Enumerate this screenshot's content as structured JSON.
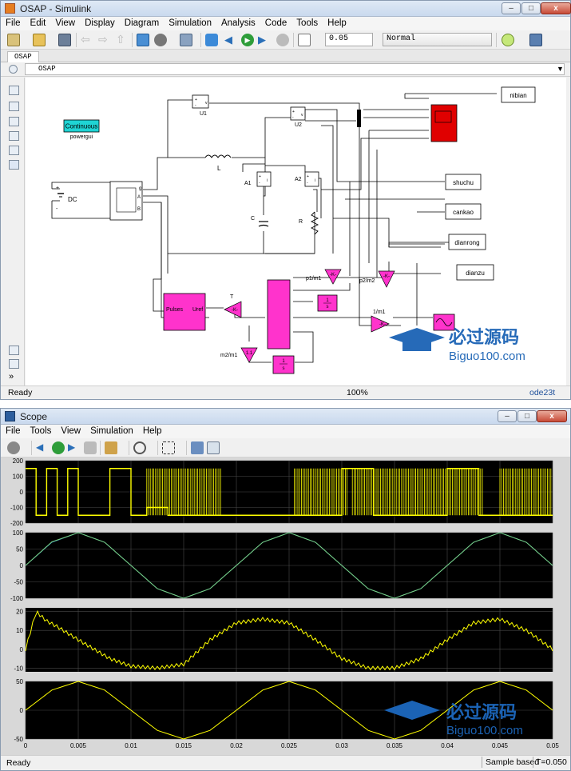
{
  "simulink": {
    "title": "OSAP - Simulink",
    "menu": [
      "File",
      "Edit",
      "View",
      "Display",
      "Diagram",
      "Simulation",
      "Analysis",
      "Code",
      "Tools",
      "Help"
    ],
    "stop_time": "0.05",
    "sim_mode": "Normal",
    "tab": "OSAP",
    "breadcrumb": "OSAP",
    "status_left": "Ready",
    "status_center": "100%",
    "status_right": "ode23t",
    "blocks": {
      "powergui_top": "Continuous",
      "powergui_bottom": "powergui",
      "dc": "DC",
      "u1": "U1",
      "u2": "U2",
      "l": "L",
      "a1": "A1",
      "a2": "A2",
      "c": "C",
      "r": "R",
      "nibian": "nibian",
      "shuchu": "shuchu",
      "cankao": "cankao",
      "dianrong": "dianrong",
      "dianzu": "dianzu",
      "p1m1": "p1/m1",
      "p2m2": "p2/m2",
      "onem1": "1/m1",
      "m2m1": "m2/m1",
      "t": "T",
      "pulses": "Pulses",
      "uref": "Uref",
      "gain_k": "-K-",
      "gain_k2": "-K-",
      "gain_k3": "-K-",
      "gain_k4": "-K-",
      "gain_11": "1.1",
      "int_1": "1",
      "int_s": "s",
      "int2_1": "1",
      "int2_s": "s",
      "u_plus": "+",
      "u_minus": "-",
      "u_v": "v",
      "u2_plus": "+",
      "u2_minus": "-",
      "u2_v": "v",
      "a1_plus": "+",
      "a1_minus": "-",
      "a1_i": "i",
      "a2_plus": "+",
      "a2_minus": "-",
      "a2_i": "i",
      "igbt_g": "g",
      "igbt_a": "A",
      "igbt_b": "B",
      "dc_plus": "+",
      "dc_minus": "-"
    },
    "watermark_cn": "必过源码",
    "watermark_url": "Biguo100.com"
  },
  "scope": {
    "title": "Scope",
    "menu": [
      "File",
      "Tools",
      "View",
      "Simulation",
      "Help"
    ],
    "status_left": "Ready",
    "status_sample": "Sample based",
    "status_time": "T=0.050",
    "watermark_cn": "必过源码",
    "watermark_url": "Biguo100.com",
    "accent_yellow": "#ffff00",
    "accent_blue": "#1f77d0",
    "plot_bg": "#000000"
  },
  "chart_data": [
    {
      "type": "line",
      "x": [
        0,
        0.001,
        0.002,
        0.003,
        0.004,
        0.005,
        0.008,
        0.01,
        0.0115,
        0.0135,
        0.015,
        0.02,
        0.025,
        0.03,
        0.033,
        0.035,
        0.04,
        0.043,
        0.045,
        0.05
      ],
      "series": [
        {
          "values": [
            150,
            -150,
            150,
            -150,
            150,
            -150,
            150,
            -150,
            -100,
            -150,
            -150,
            -150,
            -150,
            150,
            -150,
            -150,
            150,
            -150,
            -150,
            -150
          ]
        }
      ],
      "yticks": [
        200,
        100,
        0,
        -100,
        -200
      ],
      "ylim": [
        -200,
        200
      ],
      "xlim": [
        0,
        0.05
      ],
      "grid": true
    },
    {
      "type": "line",
      "x": [
        0,
        0.0025,
        0.005,
        0.0075,
        0.01,
        0.0125,
        0.015,
        0.0175,
        0.02,
        0.0225,
        0.025,
        0.0275,
        0.03,
        0.0325,
        0.035,
        0.0375,
        0.04,
        0.0425,
        0.045,
        0.0475,
        0.05
      ],
      "series": [
        {
          "values": [
            0,
            70.7,
            100,
            70.7,
            0,
            -70.7,
            -100,
            -70.7,
            0,
            70.7,
            100,
            70.7,
            0,
            -70.7,
            -100,
            -70.7,
            0,
            70.7,
            100,
            70.7,
            0
          ]
        },
        {
          "values": [
            0,
            72,
            100,
            70.7,
            0,
            -70.7,
            -100,
            -70.7,
            0,
            70.7,
            100,
            70.7,
            0,
            -70.7,
            -100,
            -70.7,
            0,
            70.7,
            100,
            70.7,
            0
          ]
        }
      ],
      "yticks": [
        100,
        50,
        0,
        -50,
        -100
      ],
      "ylim": [
        -100,
        100
      ],
      "xlim": [
        0,
        0.05
      ],
      "grid": true
    },
    {
      "type": "line",
      "x": [
        0,
        0.001,
        0.002,
        0.003,
        0.005,
        0.008,
        0.01,
        0.0125,
        0.015,
        0.0175,
        0.02,
        0.0225,
        0.025,
        0.0275,
        0.03,
        0.0325,
        0.035,
        0.0375,
        0.04,
        0.0425,
        0.045,
        0.0475,
        0.05
      ],
      "series": [
        {
          "values": [
            0,
            20,
            15,
            12,
            5,
            -5,
            -9,
            -10,
            -8,
            5,
            14,
            16,
            14,
            5,
            -5,
            -10,
            -10,
            -5,
            5,
            14,
            16,
            10,
            0
          ]
        }
      ],
      "yticks": [
        20,
        10,
        0,
        -10
      ],
      "ylim": [
        -12,
        22
      ],
      "xlim": [
        0,
        0.05
      ],
      "grid": true
    },
    {
      "type": "line",
      "x": [
        0,
        0.0025,
        0.005,
        0.0075,
        0.01,
        0.0125,
        0.015,
        0.0175,
        0.02,
        0.0225,
        0.025,
        0.0275,
        0.03,
        0.0325,
        0.035,
        0.0375,
        0.04,
        0.0425,
        0.045,
        0.0475,
        0.05
      ],
      "series": [
        {
          "values": [
            0,
            35,
            50,
            35,
            0,
            -35,
            -50,
            -35,
            0,
            35,
            50,
            35,
            0,
            -35,
            -50,
            -35,
            0,
            35,
            50,
            35,
            0
          ]
        }
      ],
      "yticks": [
        50,
        0,
        -50
      ],
      "ylim": [
        -50,
        50
      ],
      "xticks": [
        0,
        0.005,
        0.01,
        0.015,
        0.02,
        0.025,
        0.03,
        0.035,
        0.04,
        0.045,
        0.05
      ],
      "xtick_labels": [
        "0",
        "0.005",
        "0.01",
        "0.015",
        "0.02",
        "0.025",
        "0.03",
        "0.035",
        "0.04",
        "0.045",
        "0.05"
      ],
      "xlim": [
        0,
        0.05
      ],
      "grid": true
    }
  ]
}
